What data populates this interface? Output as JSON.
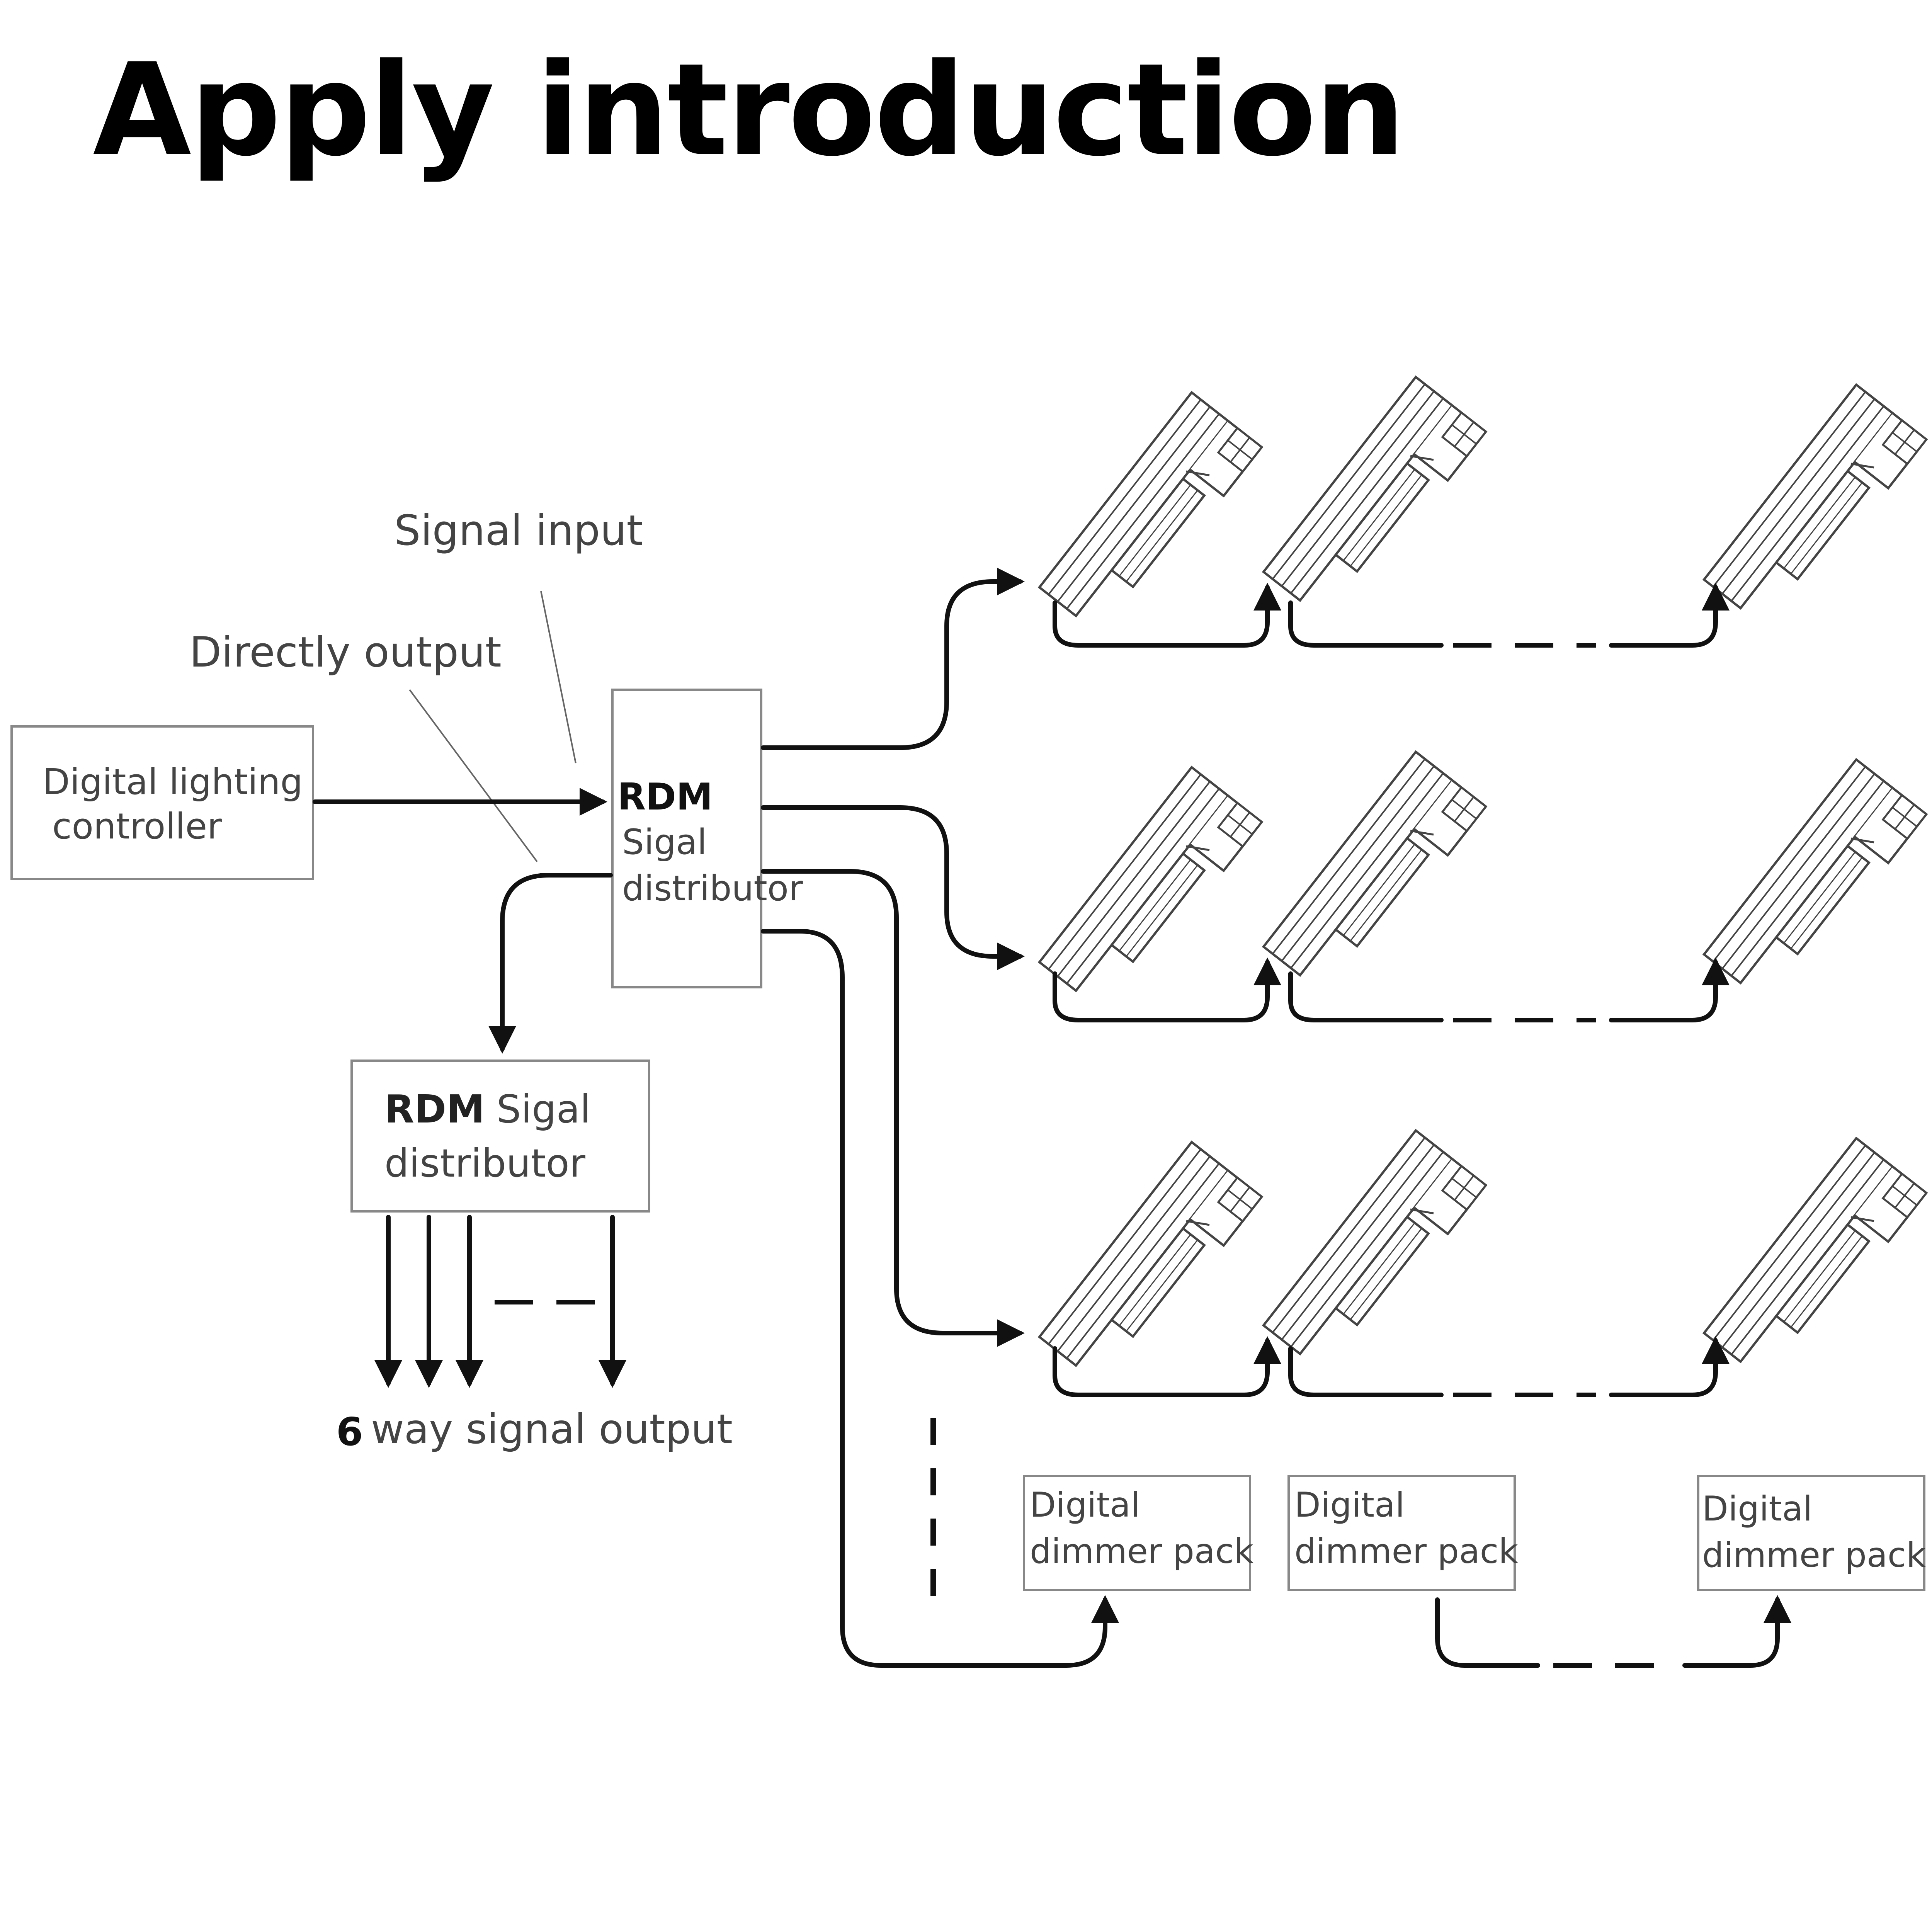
{
  "title": "Apply introduction",
  "labels": {
    "signal_input": "Signal input",
    "directly_output": "Directly output",
    "controller_line1": "Digital lighting",
    "controller_line2": "controller",
    "main_rdm": "RDM",
    "main_line2": "Sigal",
    "main_line3": "distributor",
    "sub_rdm": "RDM",
    "sub_line1_rest": "Sigal",
    "sub_line2": "distributor",
    "six_way_num": "6",
    "six_way_rest": "way signal output"
  },
  "dimmer_packs": [
    {
      "line1": "Digital",
      "line2": "dimmer pack"
    },
    {
      "line1": "Digital",
      "line2": "dimmer pack"
    },
    {
      "line1": "Digital",
      "line2": "dimmer pack"
    }
  ],
  "fixture_icon": "wall-washer-light-icon"
}
